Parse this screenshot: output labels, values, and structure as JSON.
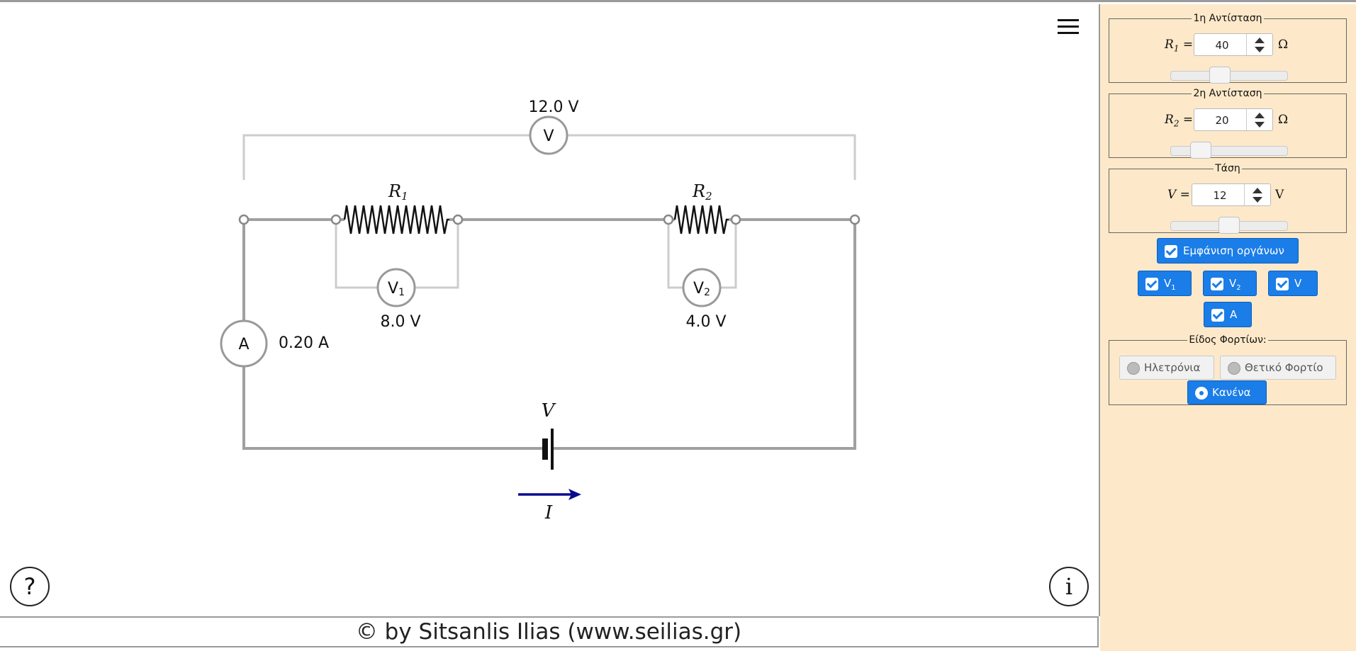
{
  "circuit": {
    "voltmeter_total_reading": "12.0 V",
    "voltmeter_symbol": "V",
    "voltmeter1_symbol": "V",
    "voltmeter1_sub": "1",
    "voltmeter1_reading": "8.0 V",
    "voltmeter2_symbol": "V",
    "voltmeter2_sub": "2",
    "voltmeter2_reading": "4.0 V",
    "ammeter_symbol": "A",
    "ammeter_reading": "0.20 A",
    "r1_symbol": "R",
    "r1_sub": "1",
    "r2_symbol": "R",
    "r2_sub": "2",
    "battery_label": "V",
    "current_label": "I",
    "colors": {
      "wire": "#a0a0a0",
      "meter_wire": "#cccccc",
      "resistor": "#111111",
      "current_arrow": "#0a0a8f"
    }
  },
  "toolbar": {
    "menu_icon": "hamburger-menu-icon",
    "help_label": "?",
    "info_label": "i"
  },
  "footer": {
    "copyright": "© by Sitsanlis Ilias (www.seilias.gr)"
  },
  "panel": {
    "background": "#fde9c9",
    "r1_group": {
      "legend": "1η Αντίσταση",
      "symbol": "R",
      "sub": "1",
      "eq": " =",
      "value": "40",
      "unit": "Ω",
      "slider_level": 0.4
    },
    "r2_group": {
      "legend": "2η Αντίσταση",
      "symbol": "R",
      "sub": "2",
      "eq": " =",
      "value": "20",
      "unit": "Ω",
      "slider_level": 0.2
    },
    "v_group": {
      "legend": "Τάση",
      "symbol": "V",
      "eq": " =",
      "value": "12",
      "unit": "V",
      "slider_level": 0.5
    },
    "show_instruments": {
      "label": "Εμφάνιση οργάνων",
      "checked": true
    },
    "instrument_toggles": [
      {
        "label": "V",
        "sub": "1",
        "checked": true
      },
      {
        "label": "V",
        "sub": "2",
        "checked": true
      },
      {
        "label": "V",
        "sub": "",
        "checked": true
      },
      {
        "label": "A",
        "sub": "",
        "checked": true
      }
    ],
    "charge_group": {
      "legend": "Είδος Φορτίων:",
      "options": [
        "Ηλετρόνια",
        "Θετικό Φορτίο",
        "Κανένα"
      ],
      "selected": "Κανένα"
    }
  }
}
